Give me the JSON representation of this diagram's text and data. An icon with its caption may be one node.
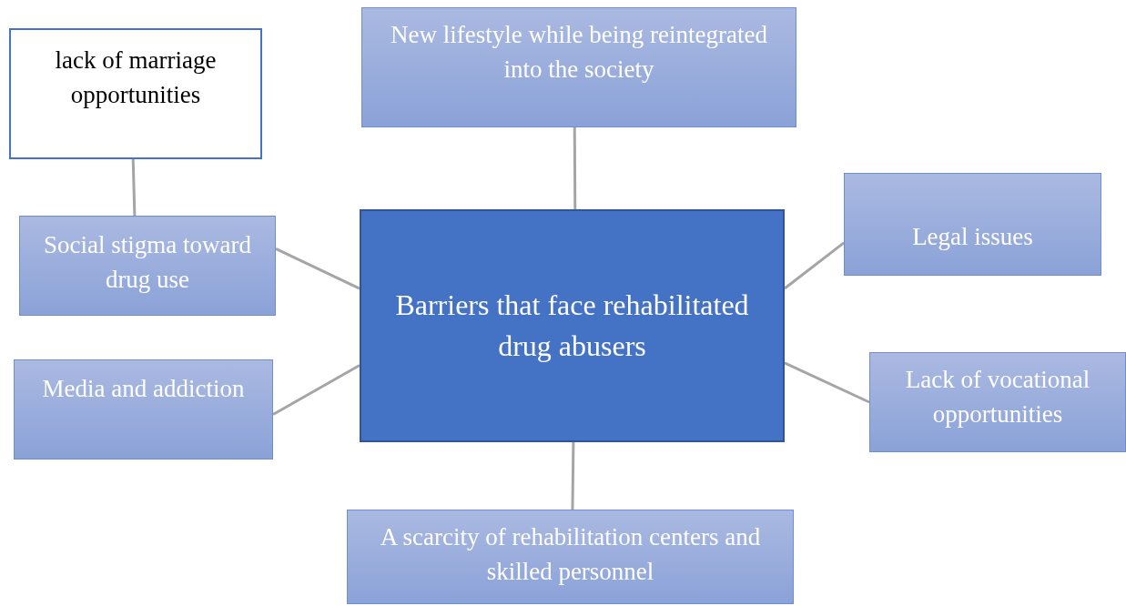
{
  "diagram": {
    "nodes": [
      {
        "text": [
          "New lifestyle while being reintegrated into the society"
        ]
      },
      {
        "text": [
          "lack of marriage opportunities"
        ]
      },
      {
        "text": [
          "Legal issues"
        ]
      },
      {
        "text": [
          "Social stigma toward drug use"
        ]
      },
      {
        "text": [
          "Barriers that face rehabilitated drug abusers"
        ]
      },
      {
        "text": [
          "Media and addiction"
        ]
      },
      {
        "text": [
          "Lack of vocational opportunities"
        ]
      },
      {
        "text": [
          "A scarcity of rehabilitation centers and skilled personnel"
        ]
      }
    ],
    "edges": [
      {
        "from": 4,
        "to": 0,
        "arrow": "none"
      },
      {
        "from": 1,
        "to": 3,
        "arrow": "none"
      },
      {
        "from": 4,
        "to": 3,
        "arrow": "none"
      },
      {
        "from": 4,
        "to": 2,
        "arrow": "none"
      },
      {
        "from": 4,
        "to": 5,
        "arrow": "none"
      },
      {
        "from": 4,
        "to": 6,
        "arrow": "none"
      },
      {
        "from": 4,
        "to": 7,
        "arrow": "none"
      }
    ]
  }
}
